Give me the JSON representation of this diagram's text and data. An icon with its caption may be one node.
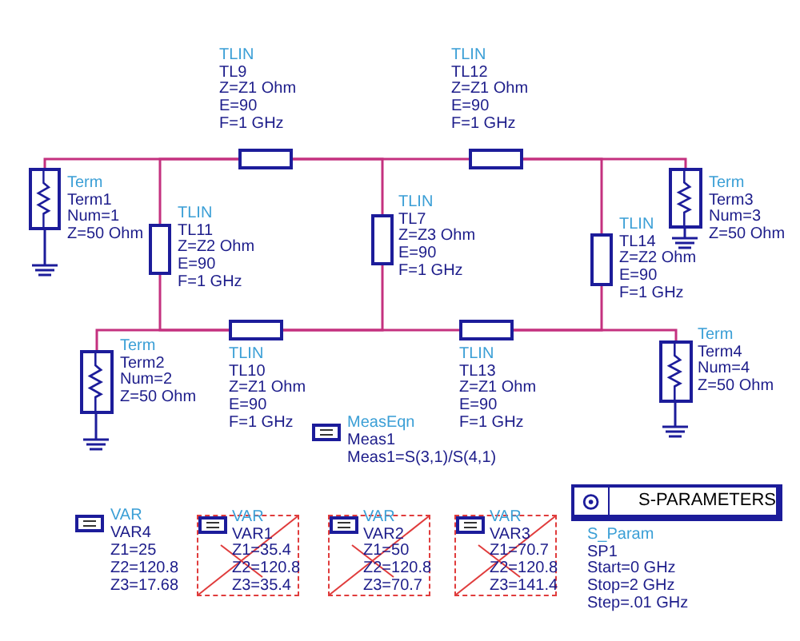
{
  "diagram": {
    "nodes": [
      {
        "text": [],
        "shape": "box",
        "beside": [
          "TLIN",
          "TL9",
          "Z=Z1 Ohm",
          "E=90",
          "F=1 GHz"
        ]
      },
      {
        "text": [],
        "shape": "box",
        "beside": [
          "TLIN",
          "TL12",
          "Z=Z1 Ohm",
          "E=90",
          "F=1 GHz"
        ]
      },
      {
        "text": [],
        "shape": "box",
        "beside": [
          "Term",
          "Term1",
          "Num=1",
          "Z=50 Ohm"
        ]
      },
      {
        "text": [],
        "shape": "box",
        "beside": [
          "TLIN",
          "TL11",
          "Z=Z2 Ohm",
          "E=90",
          "F=1 GHz"
        ]
      },
      {
        "text": [],
        "shape": "box",
        "beside": [
          "TLIN",
          "TL7",
          "Z=Z3 Ohm",
          "E=90",
          "F=1 GHz"
        ]
      },
      {
        "text": [],
        "shape": "box",
        "beside": [
          "TLIN",
          "TL14",
          "Z=Z2 Ohm",
          "E=90",
          "F=1 GHz"
        ]
      },
      {
        "text": [],
        "shape": "box",
        "beside": [
          "Term",
          "Term3",
          "Num=3",
          "Z=50 Ohm"
        ]
      },
      {
        "text": [],
        "shape": "box",
        "beside": [
          "Term",
          "Term2",
          "Num=2",
          "Z=50 Ohm"
        ]
      },
      {
        "text": [],
        "shape": "box",
        "beside": [
          "TLIN",
          "TL10",
          "Z=Z1 Ohm",
          "E=90",
          "F=1 GHz"
        ]
      },
      {
        "text": [],
        "shape": "box",
        "beside": [
          "TLIN",
          "TL13",
          "Z=Z1 Ohm",
          "E=90",
          "F=1 GHz"
        ]
      },
      {
        "text": [],
        "shape": "box",
        "beside": [
          "Term",
          "Term4",
          "Num=4",
          "Z=50 Ohm"
        ]
      },
      {
        "text": [
          "VAR",
          "VAR1",
          "Z1=35.4",
          "Z2=120.8",
          "Z3=35.4"
        ]
      },
      {
        "text": [
          "VAR",
          "VAR2",
          "Z1=50",
          "Z2=120.8",
          "Z3=70.7"
        ]
      },
      {
        "text": [
          "VAR",
          "VAR3",
          "Z1=70.7",
          "Z2=120.8",
          "Z3=141.4"
        ]
      },
      {
        "text": [
          "S-PARAMETERS"
        ],
        "beside": [
          "S_Param",
          "SP1",
          "Start=0 GHz",
          "Stop=2 GHz",
          "Step=.01 GHz"
        ]
      }
    ],
    "edges": [
      {
        "from": 2,
        "to": 0,
        "arrow": "none"
      },
      {
        "from": 3,
        "to": 0,
        "arrow": "none"
      },
      {
        "from": 0,
        "to": 4,
        "arrow": "none"
      },
      {
        "from": 0,
        "to": 1,
        "arrow": "none"
      },
      {
        "from": 1,
        "to": 5,
        "arrow": "none"
      },
      {
        "from": 1,
        "to": 6,
        "arrow": "none"
      },
      {
        "from": 7,
        "to": 8,
        "arrow": "none"
      },
      {
        "from": 3,
        "to": 8,
        "arrow": "none"
      },
      {
        "from": 8,
        "to": 4,
        "arrow": "none"
      },
      {
        "from": 8,
        "to": 9,
        "arrow": "none"
      },
      {
        "from": 9,
        "to": 5,
        "arrow": "none"
      },
      {
        "from": 9,
        "to": 10,
        "arrow": "none"
      }
    ],
    "labels": [
      "MeasEqn",
      "Meas1",
      "Meas1=S(3,1)/S(4,1)",
      "VAR",
      "VAR4",
      "Z1=25",
      "Z2=120.8",
      "Z3=17.68"
    ]
  }
}
